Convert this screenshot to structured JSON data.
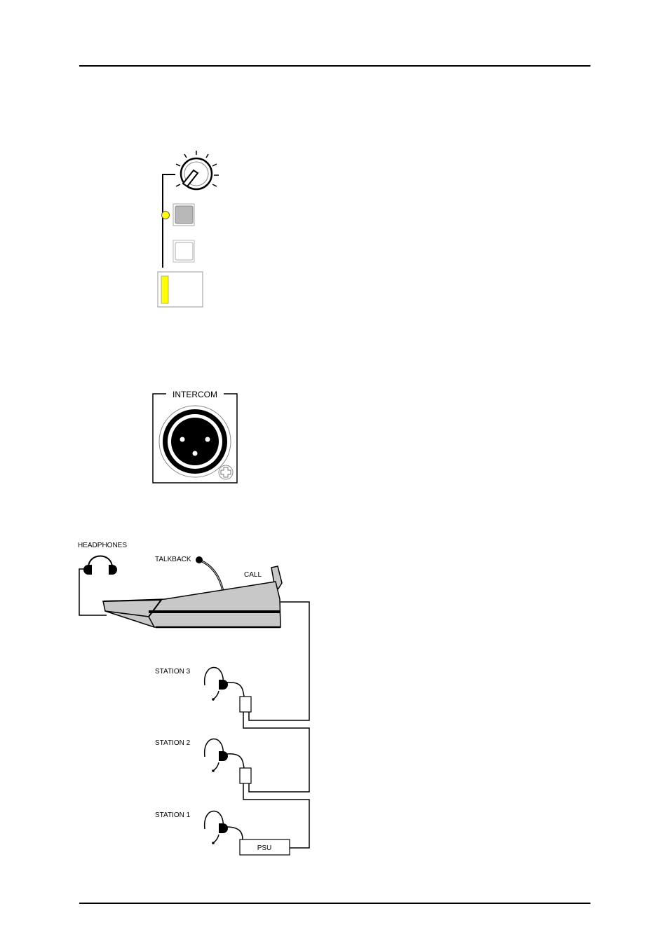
{
  "colors": {
    "ink": "#000000",
    "led_yellow": "#ffff00",
    "button_grey": "#b8b8b8",
    "desk_grey": "#c8c8c8",
    "frame_grey": "#cccccc"
  },
  "icons": [
    "talkback-level-knob",
    "led-indicator",
    "push-button",
    "xlr-connector",
    "headphones",
    "headset",
    "microphone"
  ],
  "intercom_panel": {
    "label": "INTERCOM"
  },
  "diagram": {
    "headphones_label": "HEADPHONES",
    "talkback_label": "TALKBACK",
    "call_label": "CALL",
    "stations": [
      {
        "label": "STATION 3"
      },
      {
        "label": "STATION 2"
      },
      {
        "label": "STATION 1"
      }
    ],
    "psu_label": "PSU"
  }
}
